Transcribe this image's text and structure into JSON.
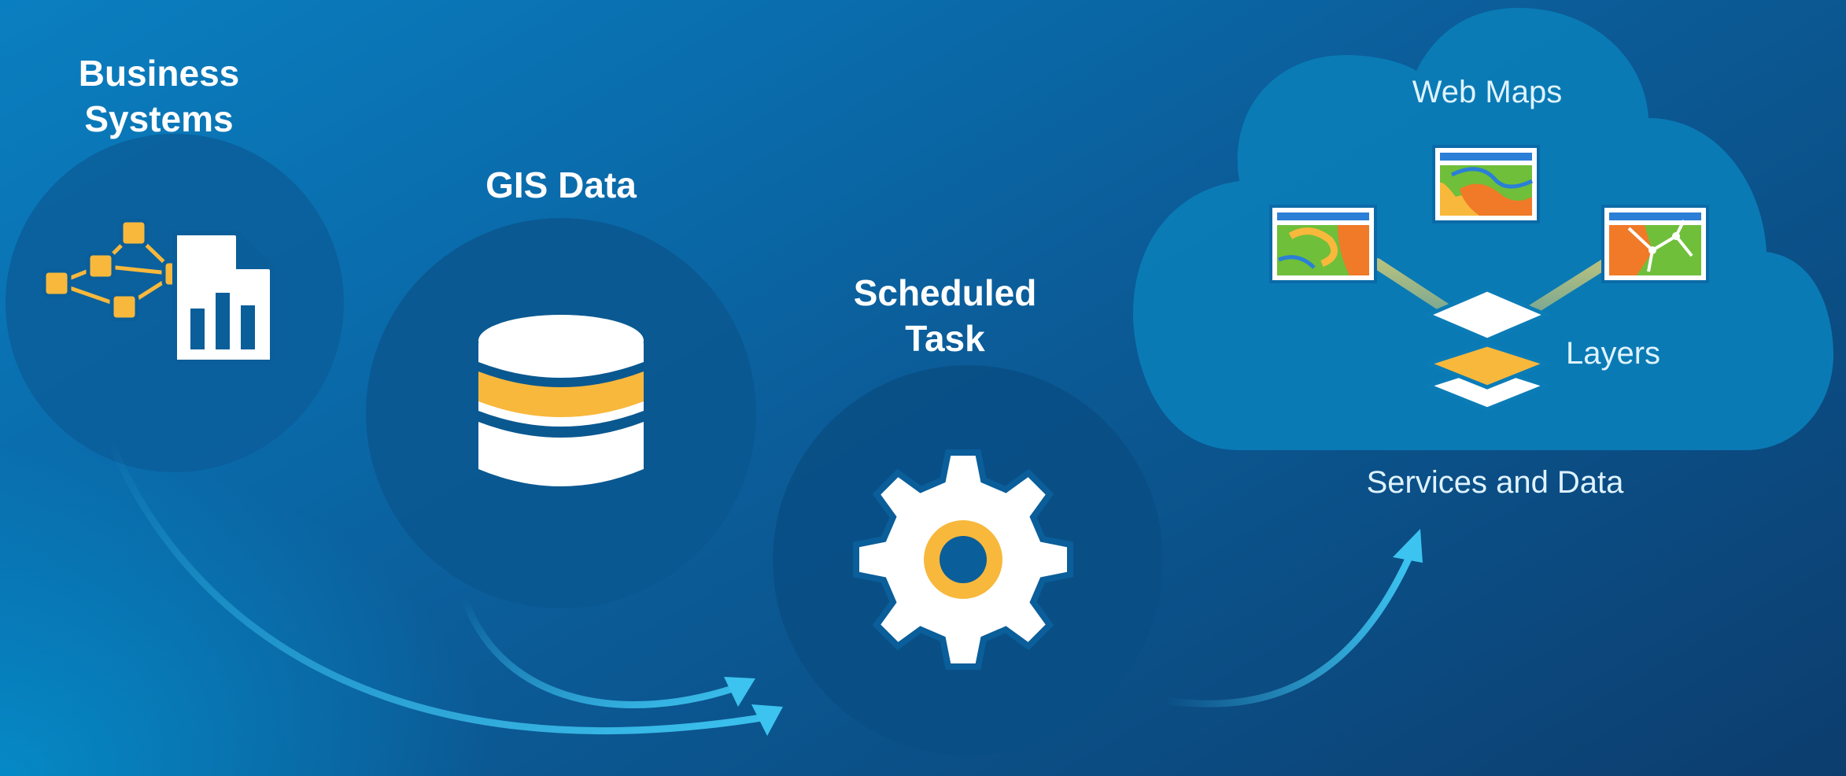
{
  "nodes": {
    "business_systems": {
      "label_line1": "Business",
      "label_line2": "Systems"
    },
    "gis_data": {
      "label": "GIS Data"
    },
    "scheduled_task": {
      "label_line1": "Scheduled",
      "label_line2": "Task"
    }
  },
  "cloud": {
    "web_maps_label": "Web Maps",
    "layers_label": "Layers",
    "caption": "Services and Data"
  },
  "colors": {
    "accent_yellow": "#f8b83c",
    "arrow_cyan": "#3cc3f0",
    "icon_white": "#ffffff",
    "map_green": "#6fbf3a",
    "map_orange": "#f07a28",
    "map_header_blue": "#2b7fd6"
  }
}
